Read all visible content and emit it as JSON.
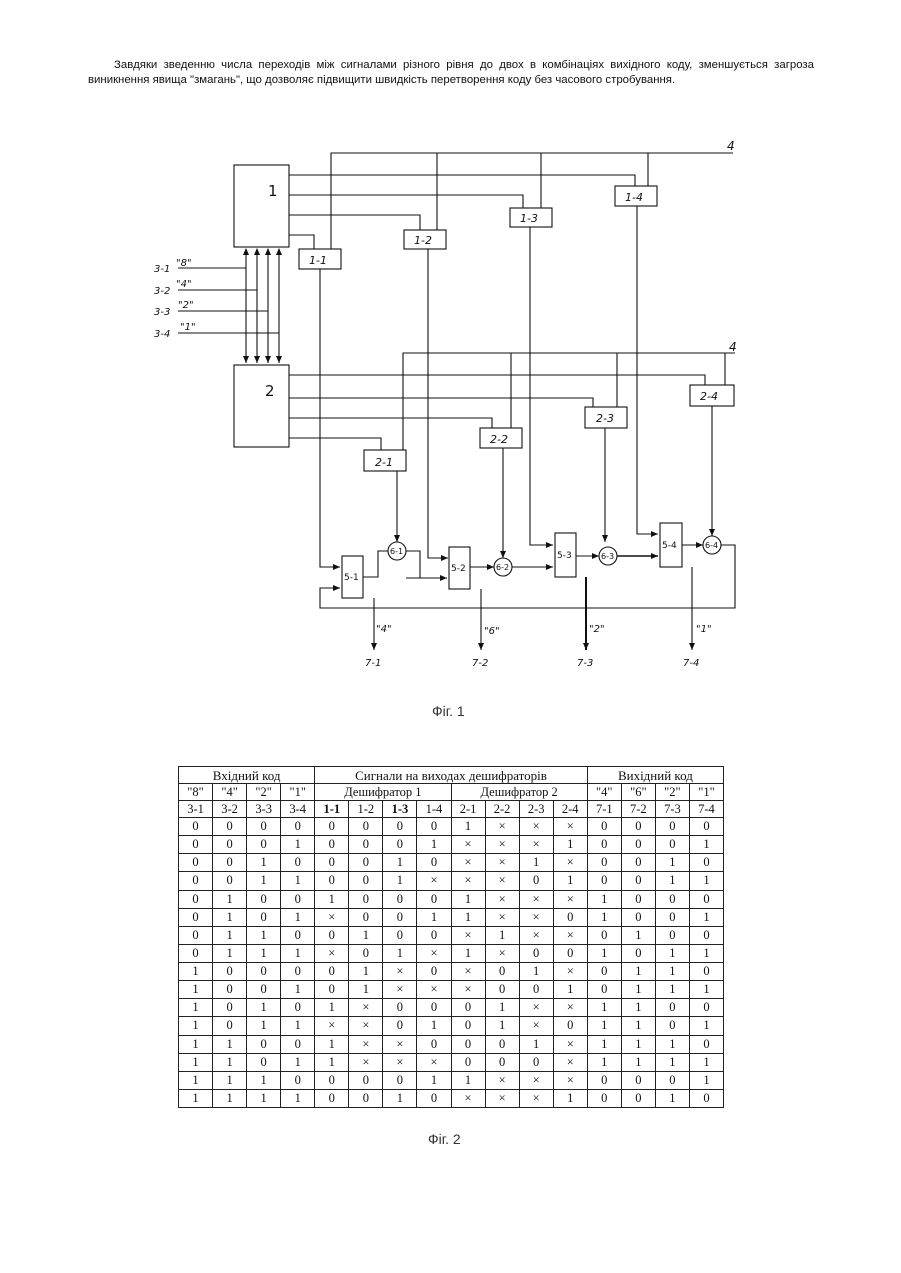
{
  "intro_text": "Завдяки зведенню числа переходів між сигналами різного рівня до двох в комбінаціях вихідного коду, зменшується загроза виникнення явища \"змагань\", що дозволяє підвищити швидкість перетворення коду без часового стробування.",
  "figure1": {
    "caption": "Фіг. 1",
    "blocks": {
      "b1": "1",
      "b2": "2",
      "d11": "1-1",
      "d12": "1-2",
      "d13": "1-3",
      "d14": "1-4",
      "d21": "2-1",
      "d22": "2-2",
      "d23": "2-3",
      "d24": "2-4",
      "e51": "5-1",
      "e52": "5-2",
      "e53": "5-3",
      "e54": "5-4",
      "e61": "6-1",
      "e62": "6-2",
      "e63": "6-3",
      "e64": "6-4"
    },
    "bus_labels": {
      "top": "4",
      "mid": "4"
    },
    "inputs": [
      {
        "id": "3-1",
        "weight": "\"8\""
      },
      {
        "id": "3-2",
        "weight": "\"4\""
      },
      {
        "id": "3-3",
        "weight": "\"2\""
      },
      {
        "id": "3-4",
        "weight": "\"1\""
      }
    ],
    "outputs": [
      {
        "id": "7-1",
        "weight": "\"4\""
      },
      {
        "id": "7-2",
        "weight": "\"6\""
      },
      {
        "id": "7-3",
        "weight": "\"2\""
      },
      {
        "id": "7-4",
        "weight": "\"1\""
      }
    ]
  },
  "figure2": {
    "caption": "Фіг. 2",
    "group_headers": {
      "input": "Вхідний код",
      "decoders": "Сигнали на виходах дешифраторів",
      "decoder1": "Дешифратор 1",
      "decoder2": "Дешифратор 2",
      "output": "Вихідний код"
    },
    "weights_in": [
      "\"8\"",
      "\"4\"",
      "\"2\"",
      "\"1\""
    ],
    "weights_out": [
      "\"4\"",
      "\"6\"",
      "\"2\"",
      "\"1\""
    ],
    "columns": [
      "3-1",
      "3-2",
      "3-3",
      "3-4",
      "1-1",
      "1-2",
      "1-3",
      "1-4",
      "2-1",
      "2-2",
      "2-3",
      "2-4",
      "7-1",
      "7-2",
      "7-3",
      "7-4"
    ],
    "rows": [
      [
        "0",
        "0",
        "0",
        "0",
        "0",
        "0",
        "0",
        "0",
        "1",
        "×",
        "×",
        "×",
        "0",
        "0",
        "0",
        "0"
      ],
      [
        "0",
        "0",
        "0",
        "1",
        "0",
        "0",
        "0",
        "1",
        "×",
        "×",
        "×",
        "1",
        "0",
        "0",
        "0",
        "1"
      ],
      [
        "0",
        "0",
        "1",
        "0",
        "0",
        "0",
        "1",
        "0",
        "×",
        "×",
        "1",
        "×",
        "0",
        "0",
        "1",
        "0"
      ],
      [
        "0",
        "0",
        "1",
        "1",
        "0",
        "0",
        "1",
        "×",
        "×",
        "×",
        "0",
        "1",
        "0",
        "0",
        "1",
        "1"
      ],
      [
        "0",
        "1",
        "0",
        "0",
        "1",
        "0",
        "0",
        "0",
        "1",
        "×",
        "×",
        "×",
        "1",
        "0",
        "0",
        "0"
      ],
      [
        "0",
        "1",
        "0",
        "1",
        "×",
        "0",
        "0",
        "1",
        "1",
        "×",
        "×",
        "0",
        "1",
        "0",
        "0",
        "1"
      ],
      [
        "0",
        "1",
        "1",
        "0",
        "0",
        "1",
        "0",
        "0",
        "×",
        "1",
        "×",
        "×",
        "0",
        "1",
        "0",
        "0"
      ],
      [
        "0",
        "1",
        "1",
        "1",
        "×",
        "0",
        "1",
        "×",
        "1",
        "×",
        "0",
        "0",
        "1",
        "0",
        "1",
        "1"
      ],
      [
        "1",
        "0",
        "0",
        "0",
        "0",
        "1",
        "×",
        "0",
        "×",
        "0",
        "1",
        "×",
        "0",
        "1",
        "1",
        "0"
      ],
      [
        "1",
        "0",
        "0",
        "1",
        "0",
        "1",
        "×",
        "×",
        "×",
        "0",
        "0",
        "1",
        "0",
        "1",
        "1",
        "1"
      ],
      [
        "1",
        "0",
        "1",
        "0",
        "1",
        "×",
        "0",
        "0",
        "0",
        "1",
        "×",
        "×",
        "1",
        "1",
        "0",
        "0"
      ],
      [
        "1",
        "0",
        "1",
        "1",
        "×",
        "×",
        "0",
        "1",
        "0",
        "1",
        "×",
        "0",
        "1",
        "1",
        "0",
        "1"
      ],
      [
        "1",
        "1",
        "0",
        "0",
        "1",
        "×",
        "×",
        "0",
        "0",
        "0",
        "1",
        "×",
        "1",
        "1",
        "1",
        "0"
      ],
      [
        "1",
        "1",
        "0",
        "1",
        "1",
        "×",
        "×",
        "×",
        "0",
        "0",
        "0",
        "×",
        "1",
        "1",
        "1",
        "1"
      ],
      [
        "1",
        "1",
        "1",
        "0",
        "0",
        "0",
        "0",
        "1",
        "1",
        "×",
        "×",
        "×",
        "0",
        "0",
        "0",
        "1"
      ],
      [
        "1",
        "1",
        "1",
        "1",
        "0",
        "0",
        "1",
        "0",
        "×",
        "×",
        "×",
        "1",
        "0",
        "0",
        "1",
        "0"
      ]
    ]
  }
}
